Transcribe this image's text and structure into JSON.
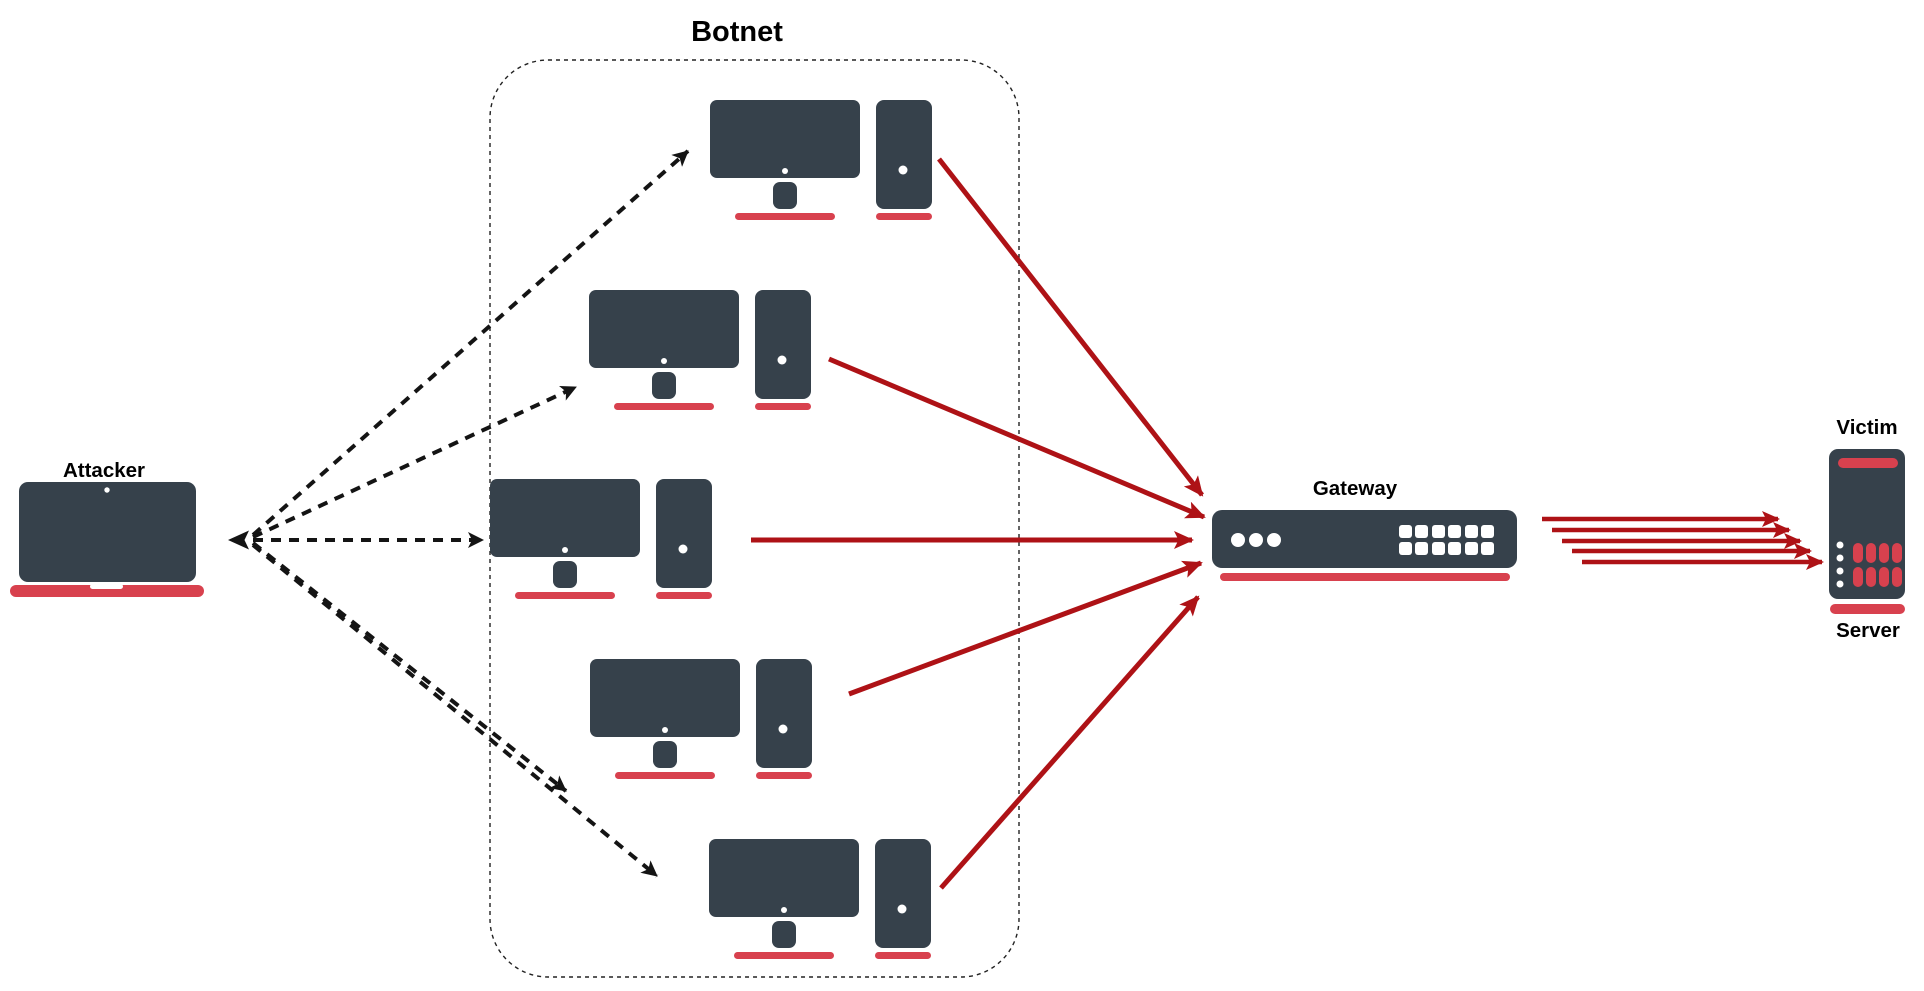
{
  "labels": {
    "botnet": "Botnet",
    "attacker": "Attacker",
    "gateway": "Gateway",
    "victim": "Victim",
    "server": "Server"
  },
  "colors": {
    "device_body": "#36414B",
    "device_accent_red": "#D8414E",
    "attack_arrow_red": "#AE1216",
    "command_arrow_black": "#141414",
    "background": "#FFFFFF"
  },
  "diagram": {
    "bot_count": 5,
    "edges": [
      {
        "from": "attacker",
        "to": "botnet computers",
        "style": "dashed",
        "color": "black",
        "count": 5
      },
      {
        "from": "botnet computers",
        "to": "gateway",
        "style": "solid",
        "color": "dark-red",
        "count": 5
      },
      {
        "from": "gateway",
        "to": "victim server",
        "style": "solid",
        "color": "dark-red",
        "count": 5
      }
    ]
  }
}
